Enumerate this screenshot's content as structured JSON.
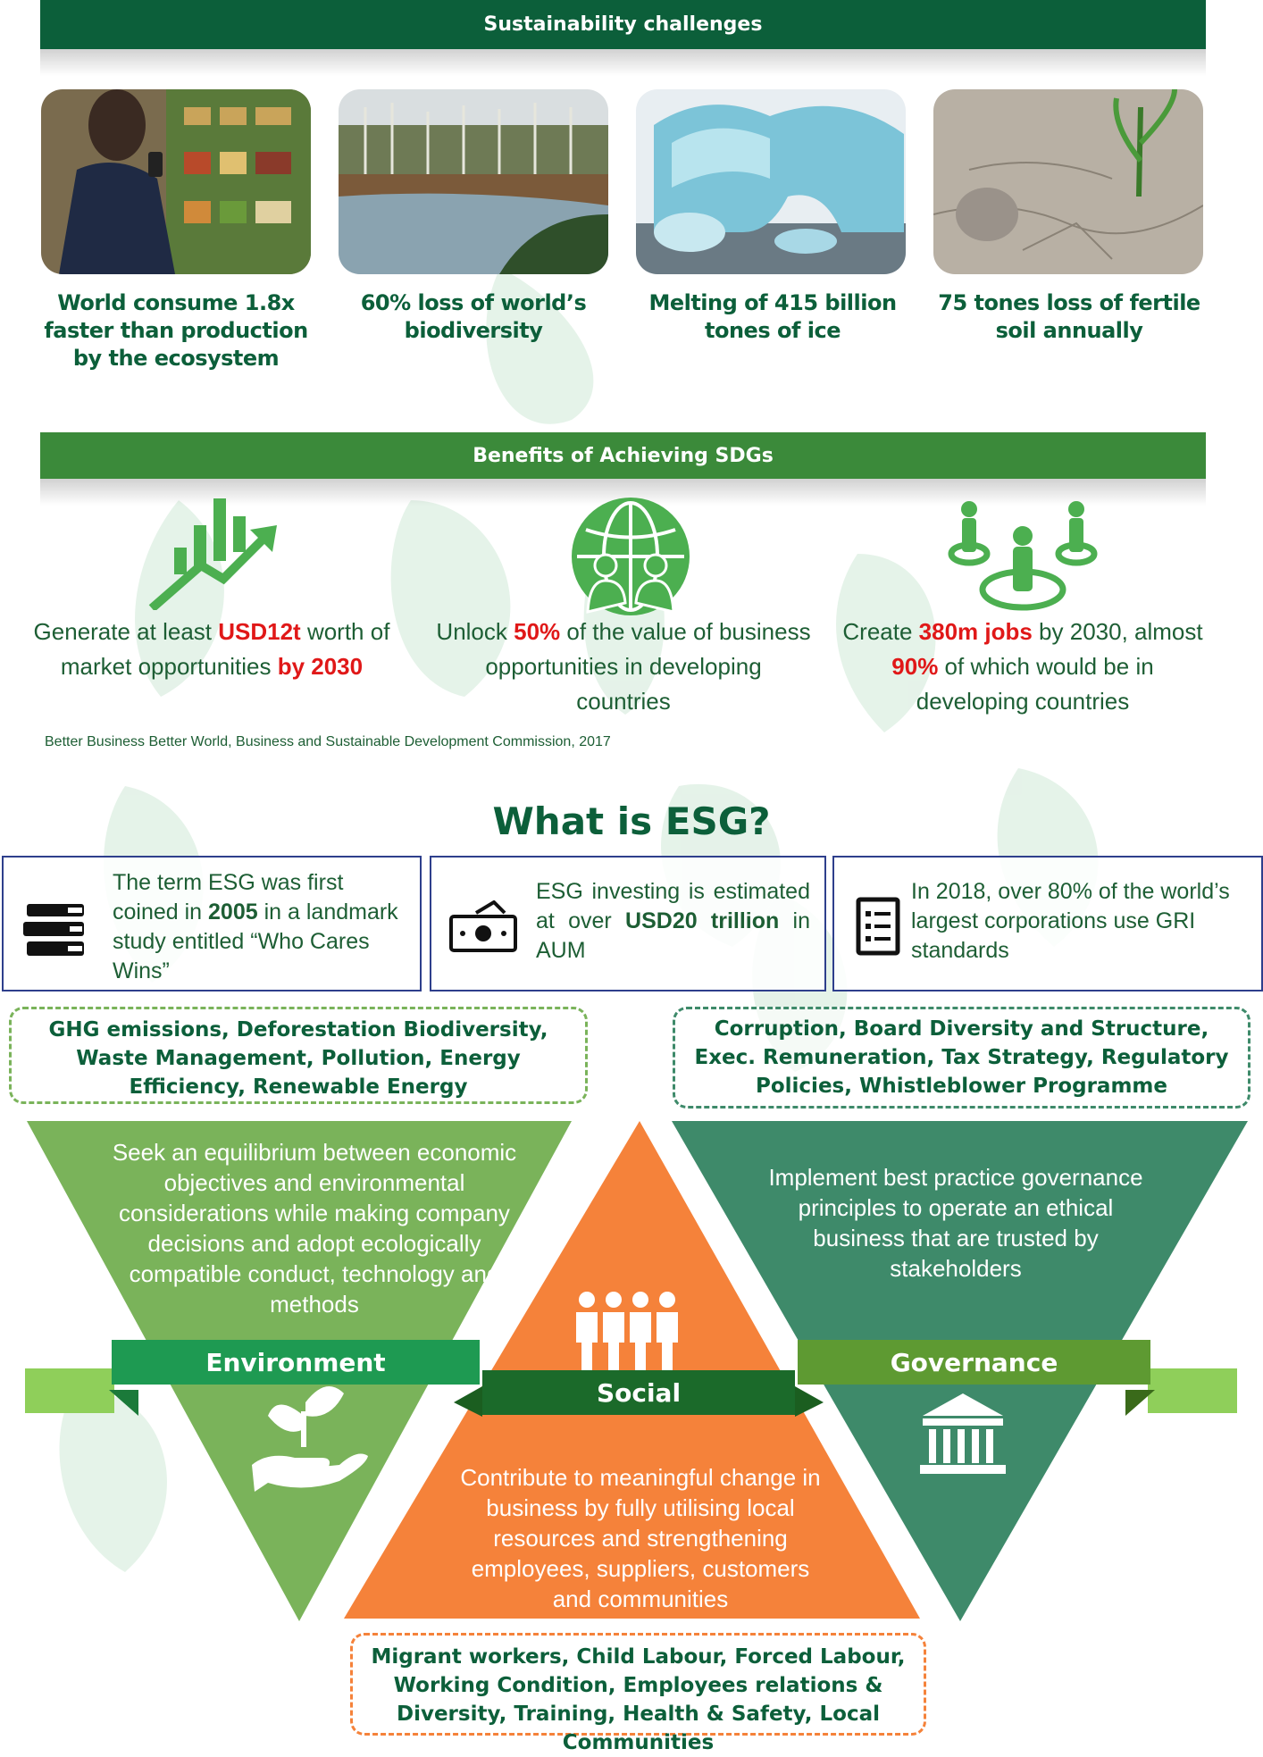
{
  "challenges": {
    "banner": "Sustainability challenges",
    "items": [
      {
        "caption": "World consume 1.8x faster than production by the ecosystem"
      },
      {
        "caption": "60% loss of world’s biodiversity"
      },
      {
        "caption": "Melting of 415 billion tones of ice"
      },
      {
        "caption": "75 tones loss of fertile soil annually"
      }
    ]
  },
  "benefits": {
    "banner": "Benefits of Achieving SDGs",
    "items": [
      {
        "pre": "Generate at least ",
        "highlight": "USD12t",
        "mid": " worth of market opportunities ",
        "highlight2": "by 2030",
        "post": ""
      },
      {
        "pre": "Unlock ",
        "highlight": "50%",
        "mid": " of the value of business opportunities in developing countries",
        "highlight2": "",
        "post": ""
      },
      {
        "pre": "Create ",
        "highlight": "380m jobs",
        "mid": " by 2030, almost ",
        "highlight2": "90%",
        "post": " of which would be in developing countries"
      }
    ],
    "source": "Better Business Better World, Business and Sustainable Development Commission, 2017"
  },
  "esg": {
    "title": "What is ESG?",
    "facts": [
      {
        "icon": "books-icon",
        "pre": "The term ESG was first coined in ",
        "bold": "2005",
        "post": " in a landmark study entitled “Who Cares Wins”"
      },
      {
        "icon": "money-icon",
        "pre": "ESG investing is estimated at over ",
        "bold": "USD20 trillion",
        "post": " in AUM"
      },
      {
        "icon": "checklist-icon",
        "pre": "In 2018, over 80% of the world’s largest corporations use GRI standards",
        "bold": "",
        "post": ""
      }
    ],
    "env_topics": "GHG emissions, Deforestation Biodiversity, Waste Management, Pollution, Energy Efficiency, Renewable Energy",
    "gov_topics": "Corruption, Board Diversity and Structure, Exec. Remuneration, Tax Strategy, Regulatory Policies, Whistleblower Programme",
    "soc_topics": "Migrant workers, Child Labour, Forced Labour, Working Condition, Employees relations & Diversity, Training, Health & Safety, Local Communities",
    "environment": {
      "label": "Environment",
      "desc": "Seek an equilibrium between economic objectives and environmental considerations while making company decisions and adopt ecologically compatible conduct, technology and methods"
    },
    "social": {
      "label": "Social",
      "desc": "Contribute to meaningful change in business by fully utilising local resources and strengthening employees, suppliers, customers and communities"
    },
    "governance": {
      "label": "Governance",
      "desc": "Implement best practice governance principles to operate an ethical business that are trusted by stakeholders"
    }
  },
  "colors": {
    "dark_green": "#0c5f3a",
    "banner_green": "#3b8a3a",
    "env_green": "#7ab35a",
    "gov_teal": "#3e8a6a",
    "social_orange": "#f5823a",
    "highlight_red": "#e01818"
  }
}
